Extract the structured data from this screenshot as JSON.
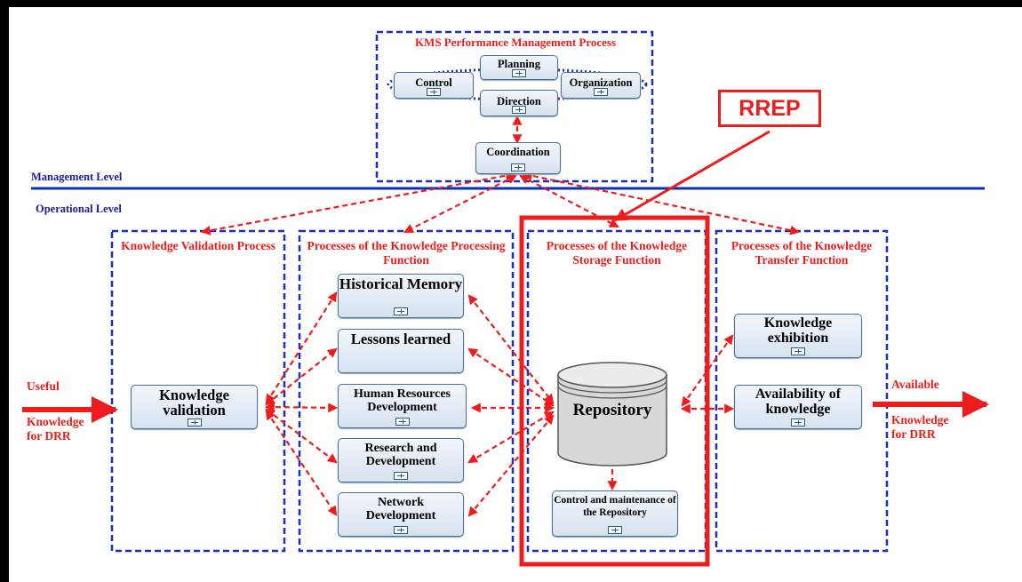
{
  "kms": {
    "title": "KMS Performance Management Process",
    "planning": "Planning",
    "control": "Control",
    "organization": "Organization",
    "direction": "Direction",
    "coordination": "Coordination"
  },
  "levels": {
    "management": "Management Level",
    "operational": "Operational Level"
  },
  "rrep": "RREP",
  "validation": {
    "title": "Knowledge Validation Process",
    "box": "Knowledge validation"
  },
  "processing": {
    "title": "Processes of the Knowledge Processing Function",
    "items": [
      "Historical Memory",
      "Lessons learned",
      "Human Resources Development",
      "Research and Development",
      "Network Development"
    ]
  },
  "storage": {
    "title": "Processes of the Knowledge Storage Function",
    "repository": "Repository",
    "control": "Control and maintenance of the Repository"
  },
  "transfer": {
    "title": "Processes of the Knowledge Transfer Function",
    "exhibition": "Knowledge exhibition",
    "availability": "Availability of knowledge"
  },
  "input": {
    "line1": "Useful",
    "line2": "Knowledge for DRR"
  },
  "output": {
    "line1": "Available",
    "line2": "Knowledge for DRR"
  },
  "colors": {
    "red": "#ee1c1c",
    "blue": "#1a1aa6",
    "line": "#0c2fb8"
  }
}
